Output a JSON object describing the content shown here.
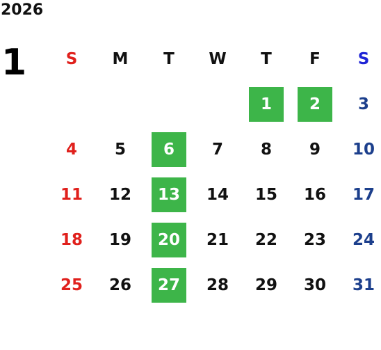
{
  "calendar": {
    "year": "2026",
    "month": "1",
    "weekday_headers": [
      "S",
      "M",
      "T",
      "W",
      "T",
      "F",
      "S"
    ],
    "highlight_color": "#3db549",
    "colors": {
      "sunday": "#e0201c",
      "saturday_header": "#1f24d6",
      "saturday": "#1c3f8c",
      "weekday": "#111111"
    },
    "weeks": [
      [
        "",
        "",
        "",
        "",
        "1",
        "2",
        "3"
      ],
      [
        "4",
        "5",
        "6",
        "7",
        "8",
        "9",
        "10"
      ],
      [
        "11",
        "12",
        "13",
        "14",
        "15",
        "16",
        "17"
      ],
      [
        "18",
        "19",
        "20",
        "21",
        "22",
        "23",
        "24"
      ],
      [
        "25",
        "26",
        "27",
        "28",
        "29",
        "30",
        "31"
      ]
    ],
    "highlighted_days": [
      "1",
      "2",
      "6",
      "13",
      "20",
      "27"
    ]
  }
}
